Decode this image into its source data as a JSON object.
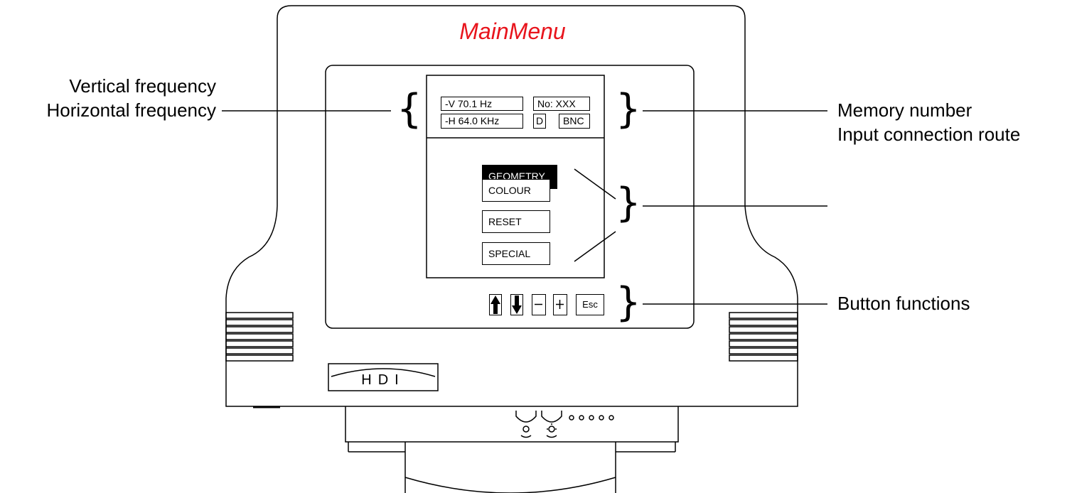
{
  "menu_title": "MainMenu",
  "callouts": {
    "vertical_frequency": "Vertical frequency",
    "horizontal_frequency": "Horizontal frequency",
    "memory_number": "Memory number",
    "input_connection_route": "Input connection route",
    "button_functions": "Button functions"
  },
  "osd": {
    "v_freq": "-V 70.1 Hz",
    "h_freq": "-H 64.0 KHz",
    "memory": "No: XXX",
    "input_d": "D",
    "input_bnc": "BNC",
    "menu_items": [
      "GEOMETRY",
      "COLOUR",
      "RESET",
      "SPECIAL"
    ],
    "selected_item": "GEOMETRY"
  },
  "buttons": {
    "esc_label": "Esc",
    "icons": [
      "arrow-up-icon",
      "arrow-down-icon",
      "minus-icon",
      "plus-icon"
    ]
  },
  "brand_label": "HDI",
  "colors": {
    "title": "#e8141c",
    "line": "#000000",
    "background": "#ffffff"
  }
}
